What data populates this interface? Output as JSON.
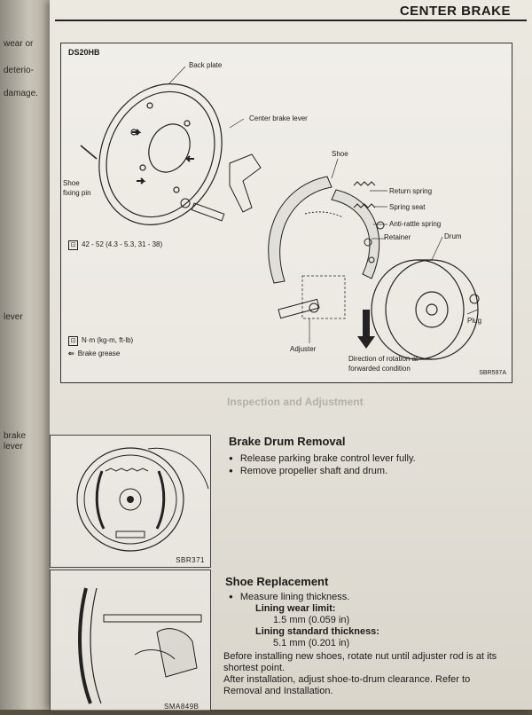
{
  "prev_page": {
    "words": [
      "wear or",
      "deterio-",
      "damage.",
      "lever",
      "brake",
      "lever"
    ]
  },
  "header": {
    "title": "CENTER BRAKE"
  },
  "figure": {
    "model": "DS20HB",
    "labels": {
      "back_plate": "Back plate",
      "center_brake_lever": "Center brake lever",
      "shoe": "Shoe",
      "shoe_fixing_pin": "Shoe fixing pin",
      "return_spring": "Return spring",
      "spring_seat": "Spring seat",
      "anti_rattle_spring": "Anti-rattle spring",
      "retainer": "Retainer",
      "drum": "Drum",
      "plug": "Plug",
      "adjuster": "Adjuster",
      "torque_value": "42 - 52 (4.3 - 5.3, 31 - 38)",
      "legend_torque": "N·m (kg-m, ft-lb)",
      "legend_grease": "Brake grease",
      "rotation": "Direction of rotation at forwarded condition",
      "code": "SBR597A"
    }
  },
  "ghost_heading": "Inspection and Adjustment",
  "drum_removal": {
    "title": "Brake Drum Removal",
    "bullets": [
      "Release parking brake control lever fully.",
      "Remove propeller shaft and drum."
    ],
    "image_code": "SBR371"
  },
  "shoe_replacement": {
    "title": "Shoe Replacement",
    "bullet": "Measure lining thickness.",
    "wear_limit_label": "Lining wear limit:",
    "wear_limit_value": "1.5 mm (0.059 in)",
    "standard_label": "Lining standard thickness:",
    "standard_value": "5.1 mm (0.201 in)",
    "para1": "Before installing new shoes, rotate nut until adjuster rod is at its shortest point.",
    "para2": "After installation, adjust shoe-to-drum clearance. Refer to Removal and Installation.",
    "image_code": "SMA849B"
  }
}
